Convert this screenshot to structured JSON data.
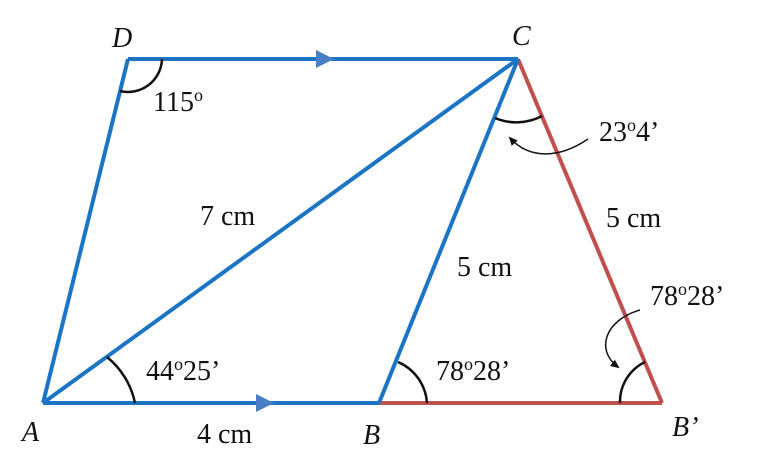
{
  "colors": {
    "blue": "#1b75c4",
    "red": "#c0504d",
    "black": "#111111"
  },
  "vertices": {
    "A": "A",
    "B": "B",
    "C": "C",
    "D": "D",
    "B_prime": "B’"
  },
  "lengths": {
    "AC": "7 cm",
    "AB": "4 cm",
    "BC": "5 cm",
    "CB_prime": "5 cm"
  },
  "angles": {
    "D": "115°",
    "C_triangle": "23°4’",
    "A": "44°25’",
    "B": "78°28’",
    "B_prime": "78°28’"
  },
  "angle_parts": {
    "D": {
      "main": "115",
      "deg": "o",
      "min": ""
    },
    "C_triangle": {
      "main": "23",
      "deg": "o",
      "min": "4’"
    },
    "A": {
      "main": "44",
      "deg": "o",
      "min": "25’"
    },
    "B": {
      "main": "78",
      "deg": "o",
      "min": "28’"
    },
    "B_prime": {
      "main": "78",
      "deg": "o",
      "min": "28’"
    }
  }
}
